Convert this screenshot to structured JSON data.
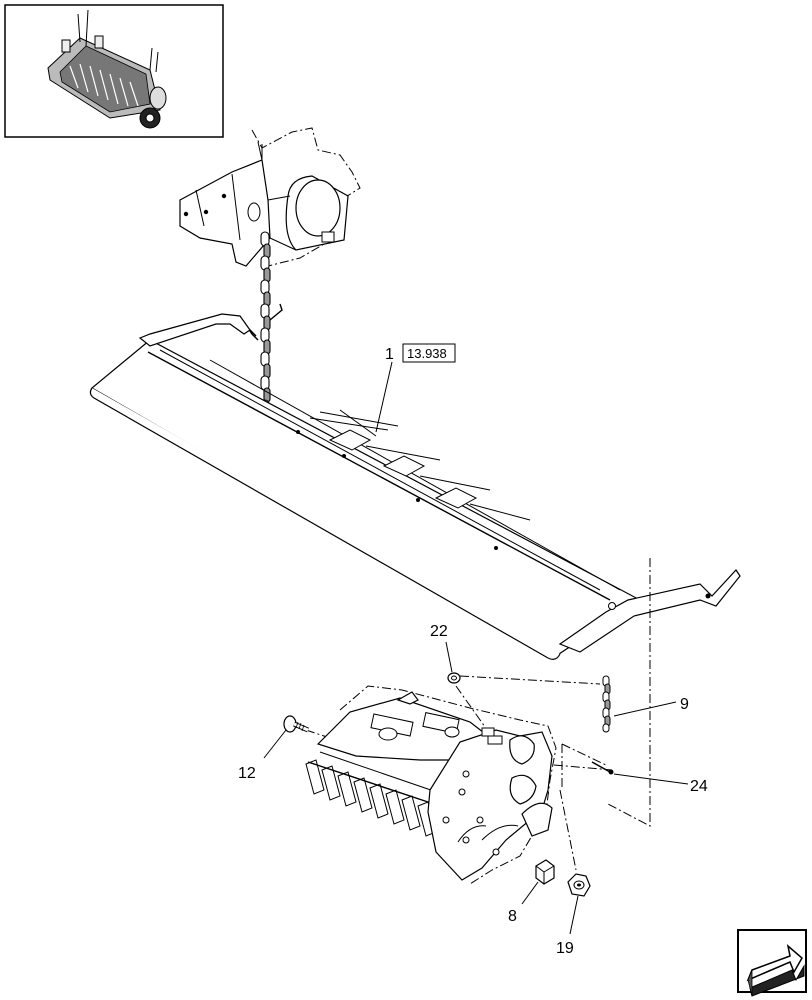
{
  "diagram": {
    "ref_box": "13.938",
    "callouts": {
      "part_1": "1",
      "part_22": "22",
      "part_9": "9",
      "part_12": "12",
      "part_24": "24",
      "part_8": "8",
      "part_19": "19"
    },
    "icons": {
      "thumbnail": "machine-overview-thumbnail",
      "nav": "page-turn-arrow-icon"
    }
  }
}
